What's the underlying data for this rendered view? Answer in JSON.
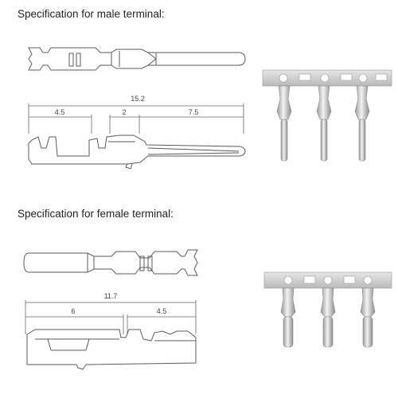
{
  "male": {
    "heading": "Specification for male terminal:",
    "dims": {
      "total": "15.2",
      "a": "4.5",
      "b": "2",
      "c": "7.5"
    }
  },
  "female": {
    "heading": "Specification for female terminal:",
    "dims": {
      "total": "11.7",
      "a": "6",
      "b": "4.5"
    }
  },
  "colors": {
    "line": "#5a5a5a",
    "dim": "#666666",
    "metal": "#c9c9c9",
    "strip": "#d8d8d8"
  }
}
